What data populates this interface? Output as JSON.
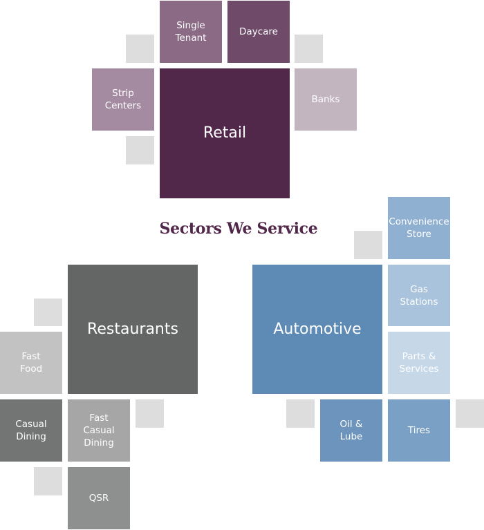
{
  "title": "Sectors We Service",
  "colors": {
    "retail": "#51284a",
    "restaurants": "#646665",
    "automotive": "#5e8ab6",
    "filler": "#dddddd"
  },
  "retail": {
    "main": "Retail",
    "single_tenant": "Single\nTenant",
    "daycare": "Daycare",
    "strip_centers": "Strip\nCenters",
    "banks": "Banks"
  },
  "restaurants": {
    "main": "Restaurants",
    "fast_food": "Fast\nFood",
    "casual_dining": "Casual\nDining",
    "fast_casual_dining": "Fast\nCasual\nDining",
    "qsr": "QSR"
  },
  "automotive": {
    "main": "Automotive",
    "convenience_store": "Convenience\nStore",
    "gas_stations": "Gas\nStations",
    "parts_services": "Parts &\nServices",
    "oil_lube": "Oil &\nLube",
    "tires": "Tires"
  }
}
